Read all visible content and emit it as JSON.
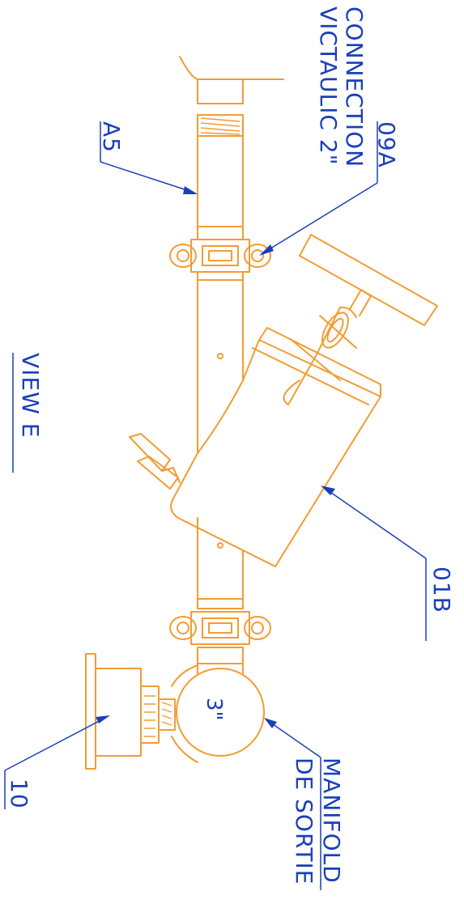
{
  "labels": {
    "connection_line1": "CONNECTION",
    "connection_line2": "VICTAULIC 2\"",
    "ref_09a": "09A",
    "ref_a5": "A5",
    "view": "VIEW E",
    "ref_01b": "01B",
    "ref_10": "10",
    "manifold_line1": "MANIFOLD",
    "manifold_line2": "DE SORTIE",
    "manifold_size": "3\""
  },
  "colors": {
    "part_outline": "#f39c33",
    "leader_and_text": "#1a3fb8",
    "background": "#ffffff"
  }
}
